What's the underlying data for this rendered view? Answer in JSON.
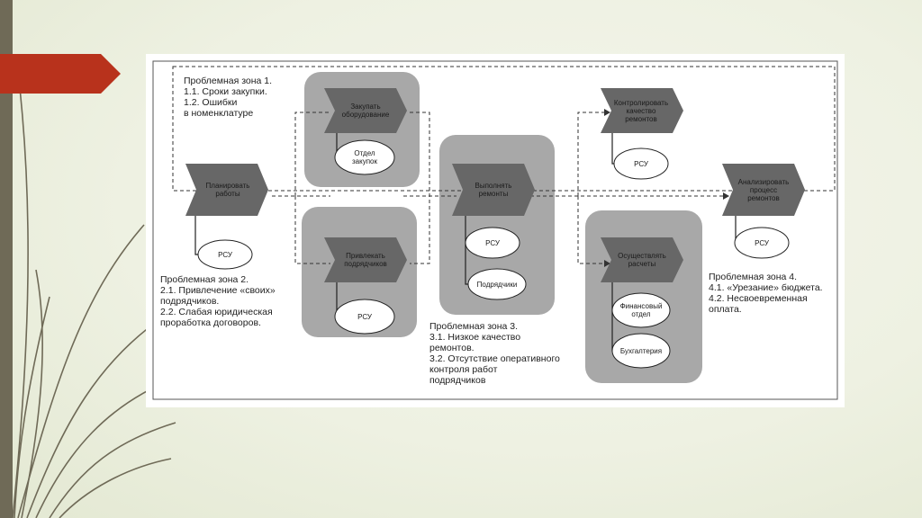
{
  "zones": {
    "zone1": "Проблемная зона 1.\n1.1. Сроки закупки.\n1.2. Ошибки\nв номенклатуре",
    "zone2": "Проблемная зона 2.\n2.1. Привлечение «своих»\nподрядчиков.\n2.2. Слабая юридическая\nпроработка договоров.",
    "zone3": "Проблемная зона 3.\n3.1. Низкое качество\nремонтов.\n3.2. Отсутствие оперативного\nконтроля работ\nподрядчиков",
    "zone4": "Проблемная зона 4.\n4.1. «Урезание» бюджета.\n4.2. Несвоевременная\nоплата."
  },
  "processes": {
    "plan": "Планировать\nработы",
    "purchase": "Закупать\nоборудование",
    "attract": "Привлекать\nподрядчиков",
    "execute": "Выполнять\nремонты",
    "control": "Контролировать\nкачество\nремонтов",
    "settle": "Осуществлять\nрасчеты",
    "analyze": "Анализировать\nпроцесс\nремонтов"
  },
  "units": {
    "rsu_plan": "РСУ",
    "procurement": "Отдел\nзакупок",
    "rsu_attract": "РСУ",
    "rsu_execute": "РСУ",
    "contractors": "Подрядчики",
    "rsu_control": "РСУ",
    "finance": "Финансовый\nотдел",
    "accounting": "Бухгалтерия",
    "rsu_analyze": "РСУ"
  },
  "colors": {
    "accent_red": "#b8321c",
    "group_gray": "#a8a8a8",
    "chevron_gray": "#676767"
  }
}
